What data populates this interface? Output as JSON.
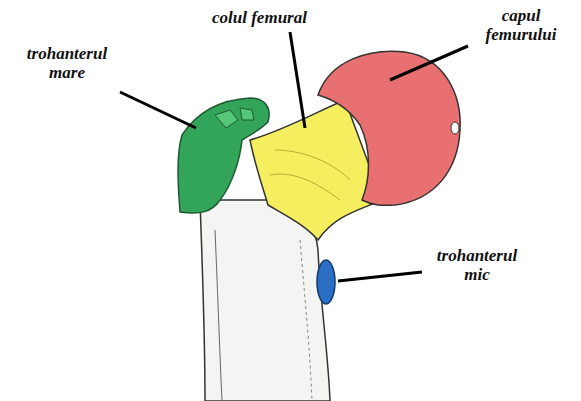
{
  "diagram": {
    "labels": [
      "trohanterul mare",
      "colul femural",
      "capul femurului",
      "trohanterul mic"
    ]
  }
}
